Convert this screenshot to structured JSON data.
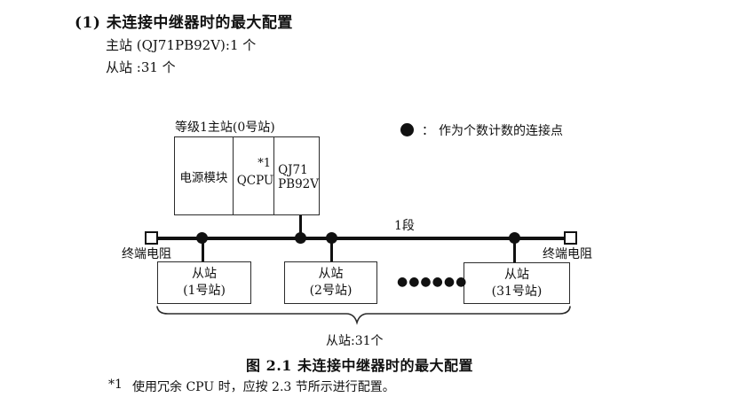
{
  "header": {
    "title": "(1) 未连接中继器时的最大配置",
    "master_count_line": "主站 (QJ71PB92V):1 个",
    "slave_count_line": "从站 :31 个"
  },
  "master": {
    "label": "等级1主站(0号站)",
    "power_module": "电源模块",
    "cpu": "QCPU",
    "cpu_note": "*1",
    "pb_line1": "QJ71",
    "pb_line2": "PB92V"
  },
  "legend": {
    "colon": "：",
    "text": "作为个数计数的连接点"
  },
  "bus": {
    "segment_label": "1段",
    "left_terminator_label": "终端电阻",
    "right_terminator_label": "终端电阻"
  },
  "slaves": [
    {
      "line1": "从站",
      "line2": "(1号站)"
    },
    {
      "line1": "从站",
      "line2": "(2号站)"
    },
    {
      "line1": "从站",
      "line2": "(31号站)"
    }
  ],
  "ellipsis": "●●●●●●",
  "brace_label": "从站:31个",
  "caption": "图 2.1 未连接中继器时的最大配置",
  "footnote": {
    "marker": "*1",
    "text": "使用冗余 CPU 时，应按 2.3 节所示进行配置。"
  },
  "colors": {
    "ink": "#111111",
    "box_border": "#2b2b2b",
    "background": "#ffffff"
  }
}
